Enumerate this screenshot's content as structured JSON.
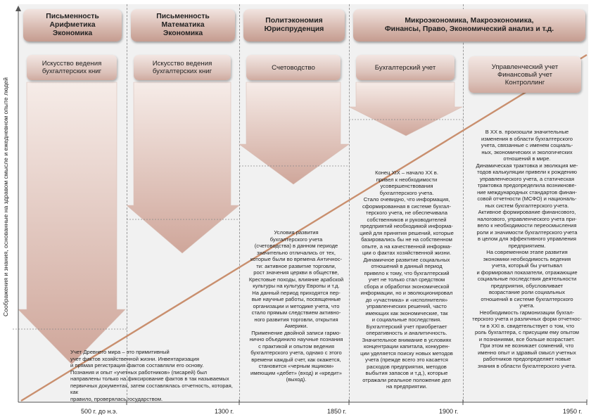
{
  "y_axis_label": "Соображения и знания, основанные на здравом смысле и ежедневном опыте людей",
  "ticks": [
    "500 г. до н.э.",
    "1300 г.",
    "1850 г.",
    "1900 г.",
    "1950 г."
  ],
  "headers": [
    "Письменность\nАрифметика\nЭкономика",
    "Письменность\nМатематика\nЭкономика",
    "Политэкономия\nЮриспруденция",
    "Микроэкономика, Макроэкономика,\nФинансы, Право, Экономический анализ и т.д."
  ],
  "subheaders": [
    "Искусство ведения\nбухгалтерских книг",
    "Искусство ведения\nбухгалтерских книг",
    "Счетоводство",
    "Бухгалтерский учет",
    "Управленческий учет\nФинансовый учет\nКонтроллинг"
  ],
  "texts": [
    "Учет Древнего мира – это примитивный\nучет фактов хозяйственной жизни. Инвентаризация\nи прямая регистрация фактов составляли его основу.\nПознания и опыт «учетных работников» (писарей) был\nнаправлены только на фиксирование фактов в так называемых\nпервичных документах, затем составлялась отчетность, которая, как\nправило, проверялась государством.",
    "Условия развития\nбухгалтерского учета\n(счетоводства) в данном периоде\nзначительно отличались от тех,\nкоторые были во времена Античнос-\nти: активное развитие торговли,\nрост значения церкви в обществе,\nКрестовые походы, влияние арабской\nкультуры на культуру Европы и т.д.\nНа данный период приходятся пер-\nвые научные работы, посвященные\nорганизации и методике учета, что\nстало прямым следствием активно-\nного развития торговли, открытия\nАмерики.\nПрименение двойной записи гармо-\nнично объединило научные познания\nс практикой и опытом ведения\nбухгалтерского учета, однако с этого\nвремени каждый счет, как окажется,\nстановится «черным ящиком»\nимеющим «дебет» (вход) и «кредит»\n(выход).",
    "Конец XIX – начало XX в.\nпривел к необходимости\nусовершенствования\nбухгалтерского учета.\nСтало очевидно, что информация,\nсформированная в системе бухгал-\nтерского учета, не обеспечивала\nсобственников и руководителей\nпредприятий необходимой информа-\nцией для принятия решений, которые\nбазировались бы не на собственном\nопыте, а на качественной информа-\nции о фактах хозяйственной жизни.\nДинамичное развитие социальных\nотношений в данный период\nпривело к тому, что бухгалтерский\nучет не только стал средством\nсбора и обработки экономической\nинформации, но и эволюционировал\nдо «участника» и «исполнителя»\nуправленческих решений, часто\nимеющих как экономические, так\nи социальные последствия.\nБухгалтерский учет приобретает\nоперативность и аналитичность.\nЗначительное внимание в условиях\nконцентрации капитала, конкурен-\nции уделяется поиску новых методов\nучета (прежде всего это касается\nрасходов предприятия, методов\nвыбытия запасов и т.д.), которые\nотражали реальное положение дел\nна предприятии.",
    "В XX в. произошли значительные\nизменения в области бухгалтерского\nучета, связанные с именем социаль-\nных, экономических и экологических\nотношений в мире.\nДинамическая трактовка и эволюция ме-\nтодов калькуляции привели к рождению\nуправленческого учета, а статическая\nтрактовка предопределила возникнове-\nние международных стандартов финан-\nсовой отчетности (МСФО) и националь-\nных систем бухгалтерского учета.\nАктивное формирование финансового,\nналогового, управленческого учета при-\nвело к необходимости переосмысления\nроли и значимости бухгалтерского учета\nв целом для эффективного управления\nпредприятием.\nНа современном этапе развития\nэкономики необходимость ведения\nучета, который бы учитывал\nи формировал показатели, отражающие\nсоциальные последствия деятельности\nпредприятия, обусловливает\nвозрастание роли социальных\nотношений в системе бухгалтерского\nучета.\nНеобходимость гармонизации бухгал-\nтерского учета и различных форм отчетнос-\nти в XXI в. свидетельствует о том, что\nроль бухгалтера, с присущим ему опытом\nи познаниями, все больше возрастает.\nПри этом не возникает сомнений, что\nименно опыт и здравый смысл учетных\nработников предопределяет новые\nзнания в области бухгалтерского учета."
  ],
  "colors": {
    "header": "#d6b7ad",
    "arrow": "#e3c6bc",
    "diagonal": "#c98f6e",
    "background": "#f1f1f1"
  }
}
